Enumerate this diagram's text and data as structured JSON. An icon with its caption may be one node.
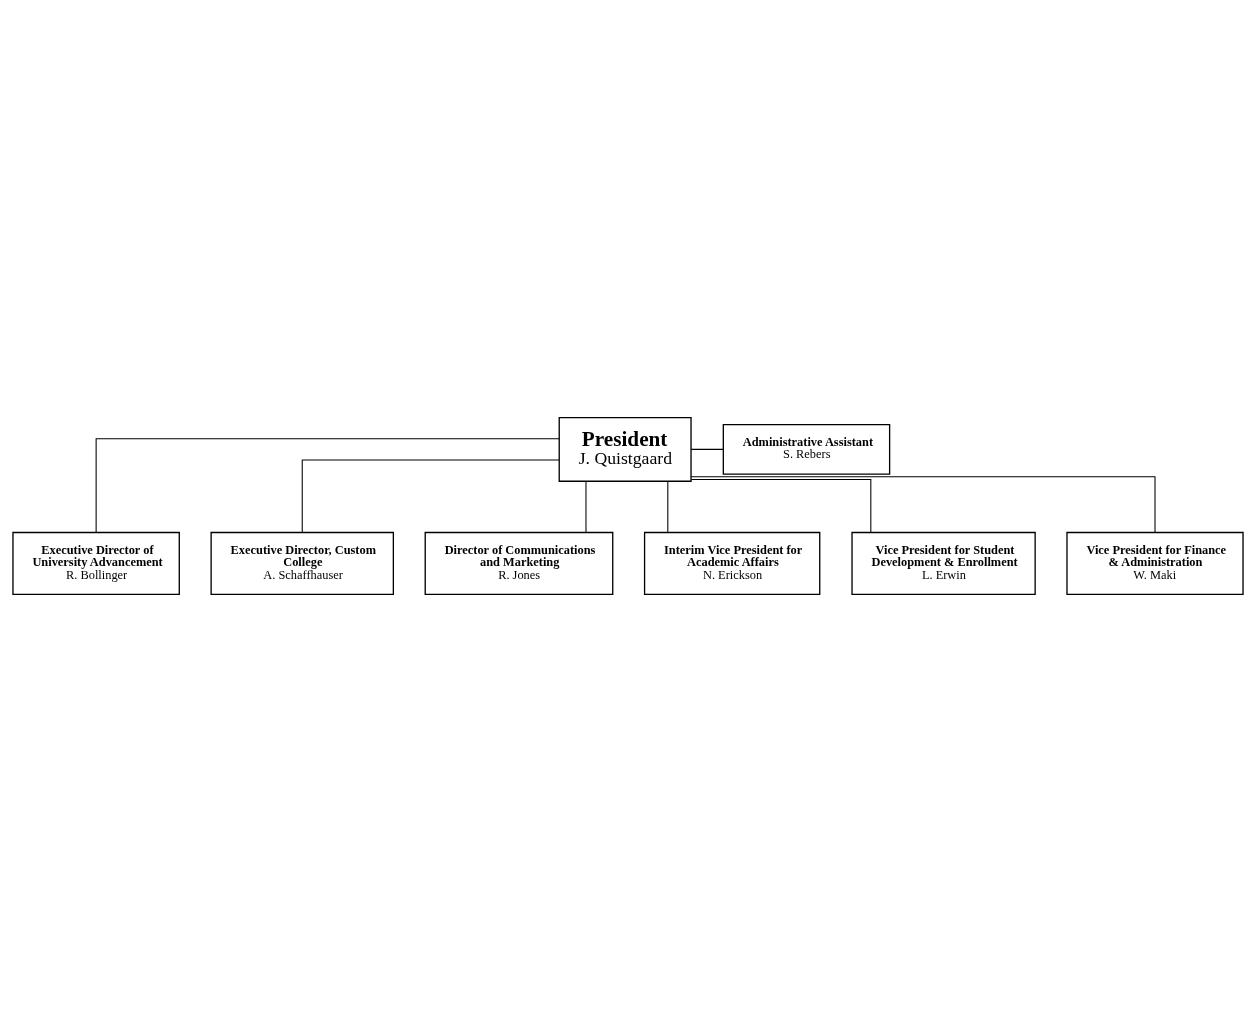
{
  "diagram": {
    "nodes": [
      {
        "text": [
          "President",
          "J. Quistgaard"
        ]
      },
      {
        "text": [
          "Administrative Assistant",
          "S. Rebers"
        ]
      },
      {
        "text": [
          "Executive Director of University Advancement",
          "R. Bollinger"
        ]
      },
      {
        "text": [
          "Executive Director, Custom College",
          "A. Schaffhauser"
        ]
      },
      {
        "text": [
          "Director of Communications and Marketing",
          "R. Jones"
        ]
      },
      {
        "text": [
          "Interim Vice President for Academic Affairs",
          "N. Erickson"
        ]
      },
      {
        "text": [
          "Vice President for Student Development & Enrollment",
          "L. Erwin"
        ]
      },
      {
        "text": [
          "Vice President for Finance & Administration",
          "W. Maki"
        ]
      }
    ],
    "edges": [
      {
        "from": 0,
        "to": 1,
        "arrow": "none"
      },
      {
        "from": 0,
        "to": 2,
        "arrow": "none"
      },
      {
        "from": 0,
        "to": 3,
        "arrow": "none"
      },
      {
        "from": 0,
        "to": 4,
        "arrow": "none"
      },
      {
        "from": 0,
        "to": 5,
        "arrow": "none"
      },
      {
        "from": 0,
        "to": 6,
        "arrow": "none"
      },
      {
        "from": 0,
        "to": 7,
        "arrow": "none"
      }
    ]
  }
}
